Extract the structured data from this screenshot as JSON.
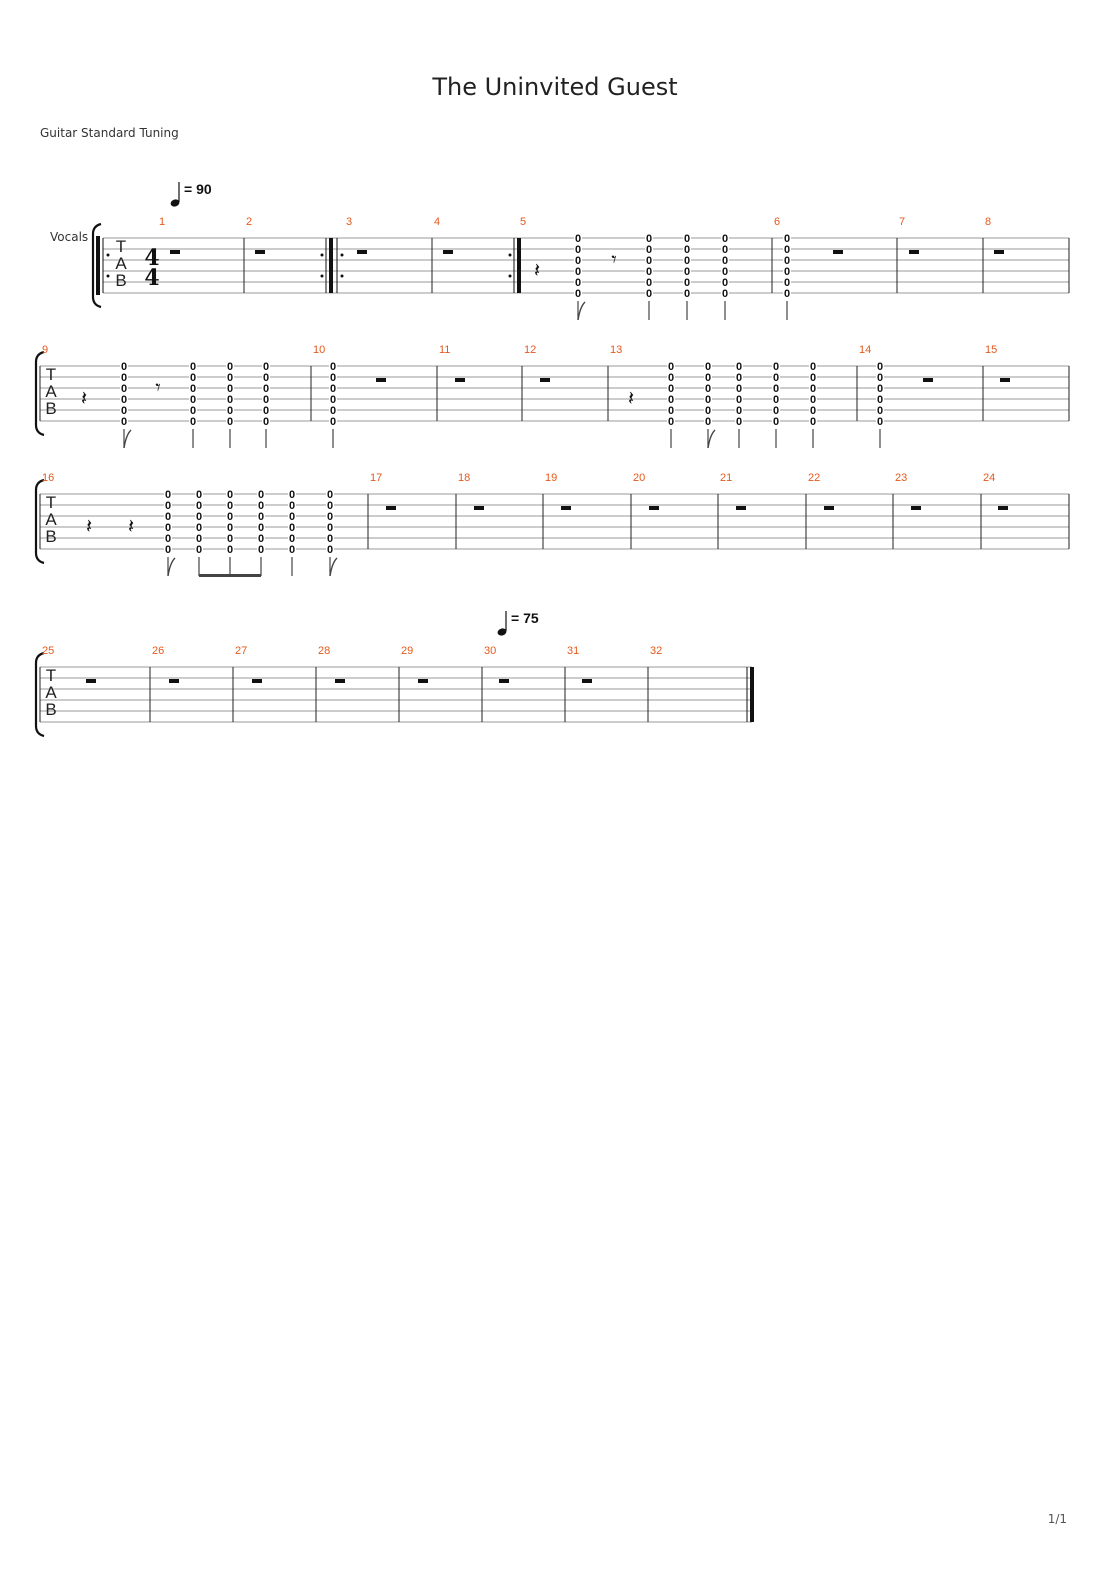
{
  "title": "The Uninvited Guest",
  "tuning": "Guitar Standard Tuning",
  "track_name": "Vocals",
  "tab_letters": [
    "T",
    "A",
    "B"
  ],
  "time_signature": {
    "top": "4",
    "bottom": "4"
  },
  "tempo_marks": [
    {
      "label": "= 90",
      "at_measure": 1
    },
    {
      "label": "= 75",
      "at_measure": 30
    }
  ],
  "fret_symbol": "0",
  "rest_quarter_symbol": "𝄽",
  "rest_eighth_symbol": "𝄾",
  "page_number": "1/1",
  "systems": [
    {
      "measures": [
        {
          "number": "1",
          "events": [
            {
              "type": "half_rest"
            }
          ]
        },
        {
          "number": "2",
          "events": [
            {
              "type": "half_rest"
            }
          ]
        },
        {
          "number": "3",
          "events": [
            {
              "type": "half_rest"
            }
          ]
        },
        {
          "number": "4",
          "events": [
            {
              "type": "half_rest"
            }
          ]
        },
        {
          "number": "5",
          "events": [
            {
              "type": "quarter_rest"
            },
            {
              "type": "chord",
              "flag": true
            },
            {
              "type": "eighth_rest"
            },
            {
              "type": "chord"
            },
            {
              "type": "chord"
            },
            {
              "type": "chord"
            }
          ]
        },
        {
          "number": "6",
          "events": [
            {
              "type": "chord"
            },
            {
              "type": "half_rest"
            }
          ]
        },
        {
          "number": "7",
          "events": [
            {
              "type": "half_rest"
            }
          ]
        },
        {
          "number": "8",
          "events": [
            {
              "type": "half_rest"
            }
          ]
        }
      ]
    },
    {
      "measures": [
        {
          "number": "9",
          "events": [
            {
              "type": "quarter_rest"
            },
            {
              "type": "chord",
              "flag": true
            },
            {
              "type": "eighth_rest"
            },
            {
              "type": "chord"
            },
            {
              "type": "chord"
            },
            {
              "type": "chord"
            }
          ]
        },
        {
          "number": "10",
          "events": [
            {
              "type": "chord"
            },
            {
              "type": "half_rest"
            }
          ]
        },
        {
          "number": "11",
          "events": [
            {
              "type": "half_rest"
            }
          ]
        },
        {
          "number": "12",
          "events": [
            {
              "type": "half_rest"
            }
          ]
        },
        {
          "number": "13",
          "events": [
            {
              "type": "quarter_rest"
            },
            {
              "type": "chord"
            },
            {
              "type": "chord",
              "flag": true
            },
            {
              "type": "chord"
            },
            {
              "type": "chord"
            },
            {
              "type": "chord"
            }
          ]
        },
        {
          "number": "14",
          "events": [
            {
              "type": "chord"
            },
            {
              "type": "half_rest"
            }
          ]
        },
        {
          "number": "15",
          "events": [
            {
              "type": "half_rest"
            }
          ]
        }
      ]
    },
    {
      "measures": [
        {
          "number": "16",
          "events": [
            {
              "type": "quarter_rest"
            },
            {
              "type": "quarter_rest"
            },
            {
              "type": "chord",
              "flag": true
            },
            {
              "type": "chord",
              "beam": true
            },
            {
              "type": "chord",
              "beam": true
            },
            {
              "type": "chord",
              "beam": true
            },
            {
              "type": "chord"
            },
            {
              "type": "chord",
              "flag": true
            }
          ]
        },
        {
          "number": "17",
          "events": [
            {
              "type": "half_rest"
            }
          ]
        },
        {
          "number": "18",
          "events": [
            {
              "type": "half_rest"
            }
          ]
        },
        {
          "number": "19",
          "events": [
            {
              "type": "half_rest"
            }
          ]
        },
        {
          "number": "20",
          "events": [
            {
              "type": "half_rest"
            }
          ]
        },
        {
          "number": "21",
          "events": [
            {
              "type": "half_rest"
            }
          ]
        },
        {
          "number": "22",
          "events": [
            {
              "type": "half_rest"
            }
          ]
        },
        {
          "number": "23",
          "events": [
            {
              "type": "half_rest"
            }
          ]
        },
        {
          "number": "24",
          "events": [
            {
              "type": "half_rest"
            }
          ]
        }
      ]
    },
    {
      "measures": [
        {
          "number": "25",
          "events": [
            {
              "type": "half_rest"
            }
          ]
        },
        {
          "number": "26",
          "events": [
            {
              "type": "half_rest"
            }
          ]
        },
        {
          "number": "27",
          "events": [
            {
              "type": "half_rest"
            }
          ]
        },
        {
          "number": "28",
          "events": [
            {
              "type": "half_rest"
            }
          ]
        },
        {
          "number": "29",
          "events": [
            {
              "type": "half_rest"
            }
          ]
        },
        {
          "number": "30",
          "events": [
            {
              "type": "half_rest"
            }
          ]
        },
        {
          "number": "31",
          "events": [
            {
              "type": "half_rest"
            }
          ]
        },
        {
          "number": "32",
          "events": []
        }
      ]
    }
  ]
}
